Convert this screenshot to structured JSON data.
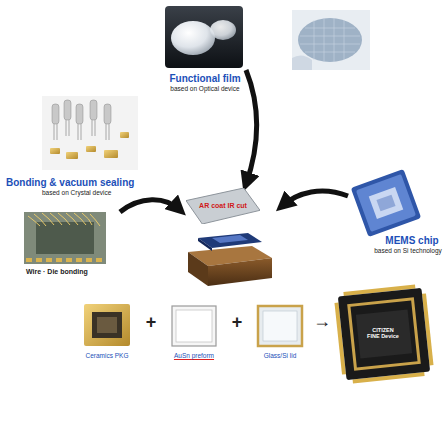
{
  "diagram": {
    "nodes": [
      {
        "text": [
          "AR coat IR cut"
        ]
      },
      {
        "text": [
          "CITIZEN FINE Device"
        ]
      }
    ],
    "labels": [
      "Functional film",
      "based on Optical device",
      "Bonding & vacuum sealing",
      "based on Crystal device",
      "MEMS chip",
      "based on Si technology",
      "Wire · Die bonding",
      "Ceramics PKG",
      "+",
      "AuSn preform",
      "+",
      "Glass/Si lid",
      "→"
    ]
  }
}
